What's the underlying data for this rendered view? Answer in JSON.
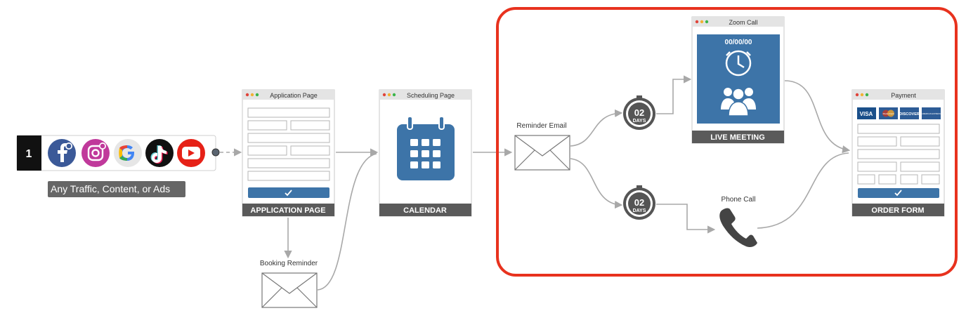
{
  "source_block": {
    "step_number": "1",
    "caption": "Any Traffic, Content, or Ads",
    "icons": [
      "facebook-icon",
      "instagram-icon",
      "google-icon",
      "tiktok-icon",
      "youtube-icon"
    ]
  },
  "application_page": {
    "window_title": "Application Page",
    "footer": "APPLICATION PAGE"
  },
  "booking_reminder": {
    "label": "Booking Reminder"
  },
  "scheduling_page": {
    "window_title": "Scheduling Page",
    "footer": "CALENDAR"
  },
  "reminder_email": {
    "label": "Reminder Email"
  },
  "timer_top": {
    "number": "02",
    "unit": "DAYS"
  },
  "timer_bottom": {
    "number": "02",
    "unit": "DAYS"
  },
  "zoom_call": {
    "window_title": "Zoom Call",
    "date": "00/00/00",
    "footer": "LIVE MEETING"
  },
  "phone_call": {
    "label": "Phone Call"
  },
  "payment": {
    "window_title": "Payment",
    "footer": "ORDER FORM",
    "cards": [
      "VISA",
      "MasterCard",
      "DISCOVER",
      "AMERICAN EXPRESS"
    ]
  },
  "colors": {
    "accent_blue": "#3d74a8",
    "footer_gray": "#5a5a5a",
    "highlight_red": "#e8321e",
    "connector_gray": "#a8a8a8"
  }
}
